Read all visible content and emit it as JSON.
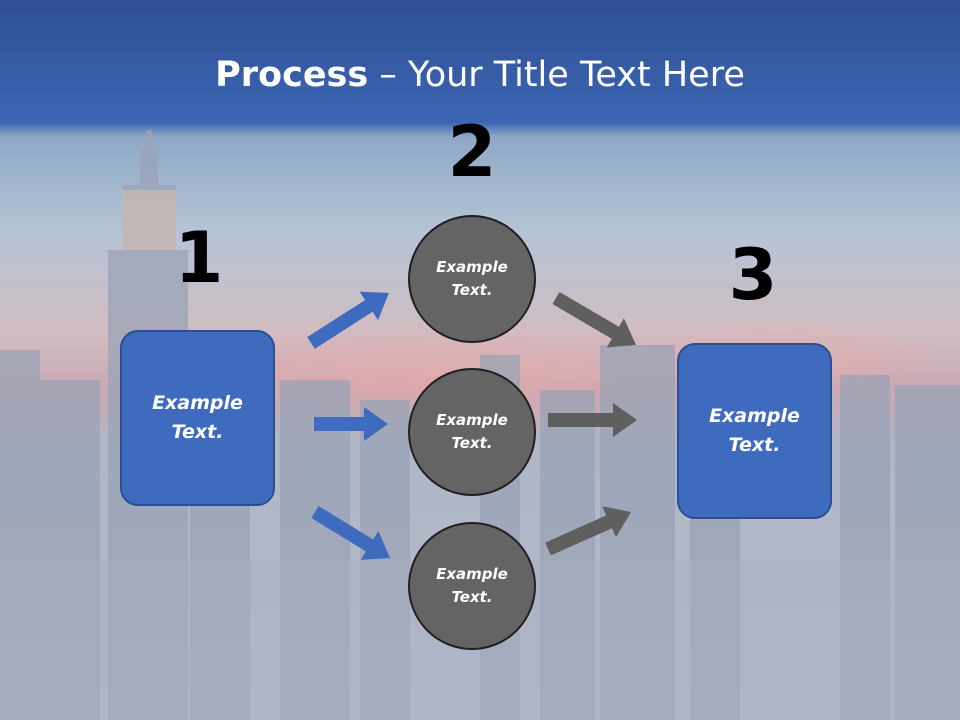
{
  "title": {
    "bold": "Process",
    "rest": " – Your Title Text Here"
  },
  "steps": {
    "one": "1",
    "two": "2",
    "three": "3"
  },
  "left_box": {
    "text": "Example\nText."
  },
  "right_box": {
    "text": "Example\nText."
  },
  "circles": [
    {
      "text": "Example\nText."
    },
    {
      "text": "Example\nText."
    },
    {
      "text": "Example\nText."
    }
  ],
  "colors": {
    "box": "#3f6bbf",
    "circle": "#646464",
    "blue_arrow": "#3f6bbf",
    "gray_arrow": "#5f5f5f",
    "banner": "#3a63b0"
  }
}
